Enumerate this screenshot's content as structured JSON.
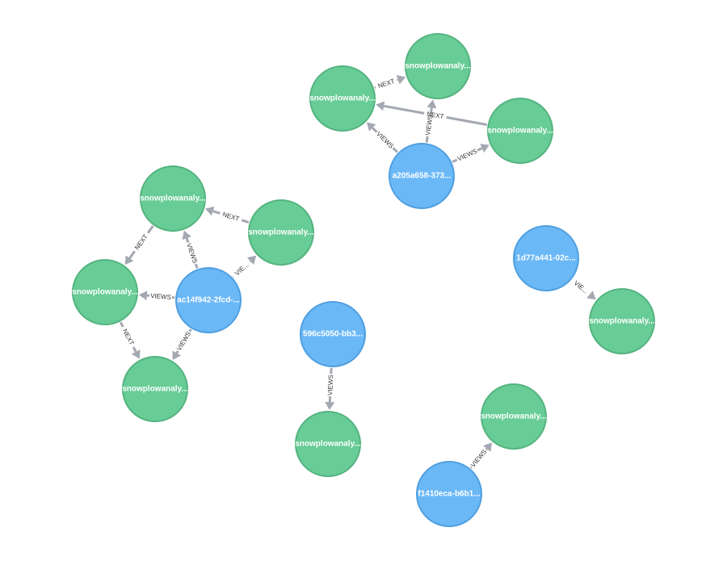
{
  "colors": {
    "page_node": "#68cc96",
    "page_node_stroke": "#55b380",
    "user_node": "#6bb8f7",
    "user_node_stroke": "#4f9fe0",
    "edge": "#a4a8b2"
  },
  "nodes": [
    {
      "id": "u1",
      "kind": "user",
      "label": "a205a658-373..."
    },
    {
      "id": "p1",
      "kind": "page",
      "label": "snowplowanaly..."
    },
    {
      "id": "p2",
      "kind": "page",
      "label": "snowplowanaly..."
    },
    {
      "id": "p3",
      "kind": "page",
      "label": "snowplowanaly..."
    },
    {
      "id": "u2",
      "kind": "user",
      "label": "ac14f942-2fcd-..."
    },
    {
      "id": "p4",
      "kind": "page",
      "label": "snowplowanaly..."
    },
    {
      "id": "p5",
      "kind": "page",
      "label": "snowplowanaly..."
    },
    {
      "id": "p6",
      "kind": "page",
      "label": "snowplowanaly..."
    },
    {
      "id": "p7",
      "kind": "page",
      "label": "snowplowanaly..."
    },
    {
      "id": "u3",
      "kind": "user",
      "label": "596c5050-bb3..."
    },
    {
      "id": "p8",
      "kind": "page",
      "label": "snowplowanaly..."
    },
    {
      "id": "u4",
      "kind": "user",
      "label": "1d77a441-02c..."
    },
    {
      "id": "p9",
      "kind": "page",
      "label": "snowplowanaly..."
    },
    {
      "id": "u5",
      "kind": "user",
      "label": "f1410eca-b6b1..."
    },
    {
      "id": "p10",
      "kind": "page",
      "label": "snowplowanaly..."
    }
  ],
  "edges": [
    {
      "from": "u1",
      "to": "p2",
      "label": "VIEWS"
    },
    {
      "from": "u1",
      "to": "p1",
      "label": "VIEWS"
    },
    {
      "from": "u1",
      "to": "p3",
      "label": "VIEWS"
    },
    {
      "from": "p2",
      "to": "p1",
      "label": "NEXT"
    },
    {
      "from": "p3",
      "to": "p2",
      "label": "NEXT"
    },
    {
      "from": "u2",
      "to": "p4",
      "label": "VIEWS"
    },
    {
      "from": "u2",
      "to": "p5",
      "label": "VIE..."
    },
    {
      "from": "u2",
      "to": "p6",
      "label": "VIEWS"
    },
    {
      "from": "u2",
      "to": "p7",
      "label": "VIEWS"
    },
    {
      "from": "p5",
      "to": "p4",
      "label": "NEXT"
    },
    {
      "from": "p4",
      "to": "p6",
      "label": "NEXT"
    },
    {
      "from": "p6",
      "to": "p7",
      "label": "NEXT"
    },
    {
      "from": "u3",
      "to": "p8",
      "label": "VIEWS"
    },
    {
      "from": "u4",
      "to": "p9",
      "label": "VIE..."
    },
    {
      "from": "u5",
      "to": "p10",
      "label": "VIEWS"
    }
  ]
}
